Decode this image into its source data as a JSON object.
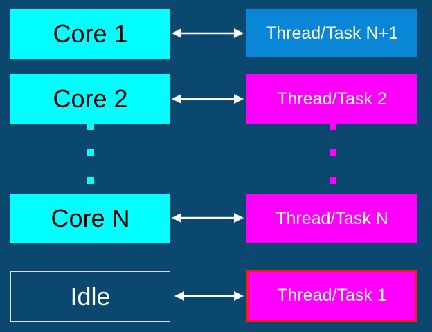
{
  "cores": [
    {
      "label": "Core 1"
    },
    {
      "label": "Core 2"
    },
    {
      "label": "Core N"
    },
    {
      "label": "Idle"
    }
  ],
  "tasks": [
    {
      "label": "Thread/Task N+1",
      "color": "#0a86d6"
    },
    {
      "label": "Thread/Task 2",
      "color": "#ff00ff"
    },
    {
      "label": "Thread/Task N",
      "color": "#ff00ff"
    },
    {
      "label": "Thread/Task 1",
      "color": "#ff00ff",
      "border": "#ff1a1a"
    }
  ],
  "colors": {
    "background": "#0a4870",
    "core": "#00ffff",
    "task": "#ff00ff",
    "running_task": "#0a86d6",
    "arrow": "#ffffff"
  }
}
